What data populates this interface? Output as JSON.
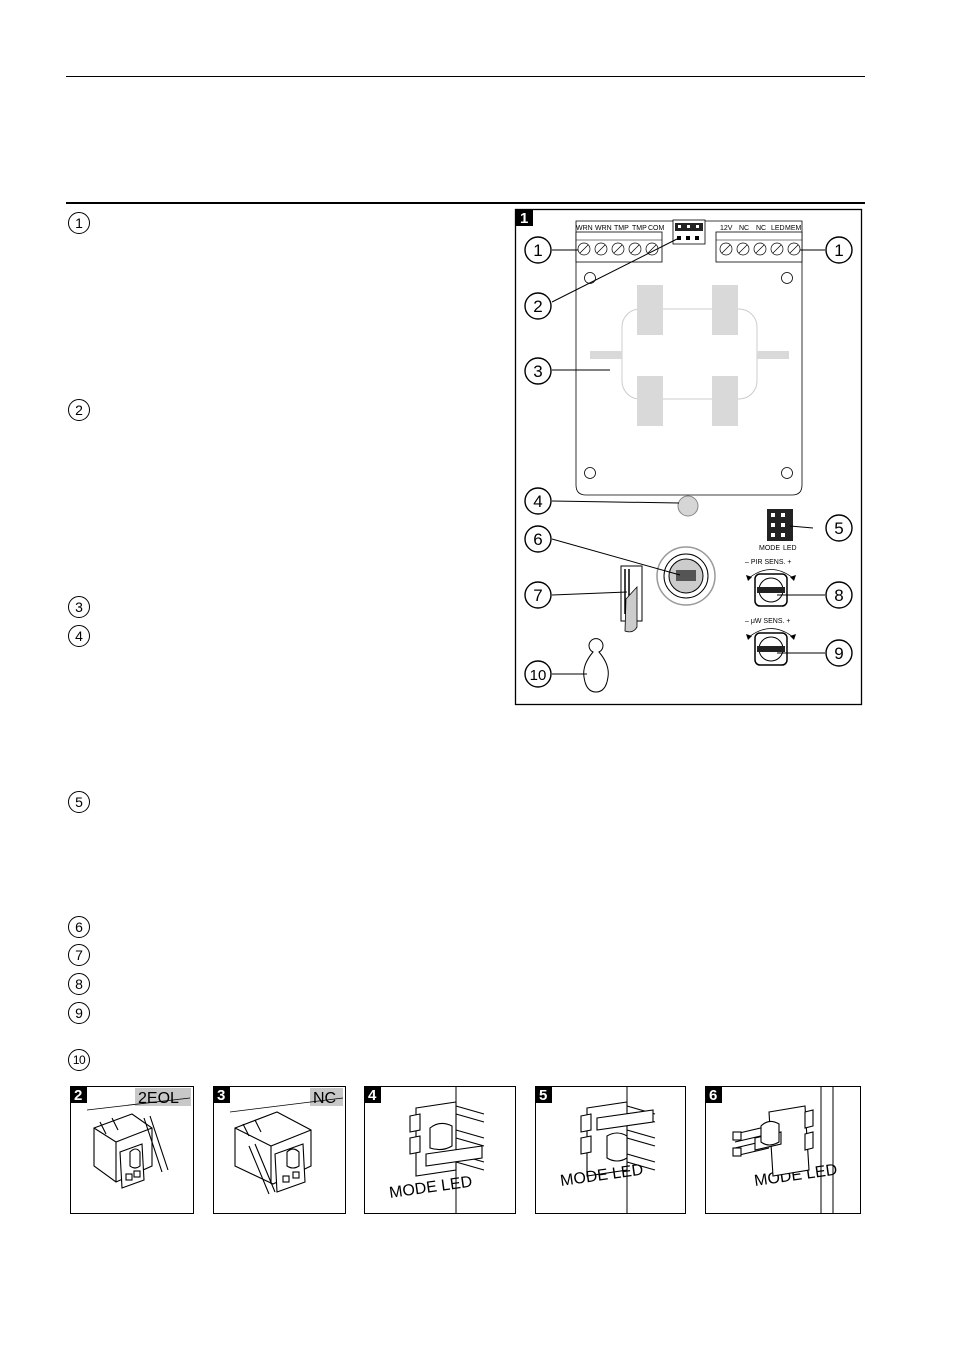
{
  "description_markers": [
    "1",
    "2",
    "3",
    "4",
    "5",
    "6",
    "7",
    "8",
    "9",
    "10"
  ],
  "figure1": {
    "tag": "1",
    "terminals_left": [
      "WRN",
      "WRN",
      "TMP",
      "TMP",
      "COM"
    ],
    "terminals_right": [
      "12V",
      "NC",
      "NC",
      "LED",
      "MEM"
    ],
    "jumper_labels": [
      "MODE",
      "LED"
    ],
    "pir_sens_label": "– PIR SENS. +",
    "mw_sens_label": "– μW SENS. +",
    "callouts": [
      "1",
      "1",
      "2",
      "3",
      "4",
      "5",
      "6",
      "7",
      "8",
      "9",
      "10"
    ]
  },
  "jumper_figures": [
    {
      "tag": "2",
      "label": "2EOL"
    },
    {
      "tag": "3",
      "label": "NC"
    },
    {
      "tag": "4",
      "label": "MODE LED"
    },
    {
      "tag": "5",
      "label": "MODE LED"
    },
    {
      "tag": "6",
      "label": "MODE LED"
    }
  ]
}
